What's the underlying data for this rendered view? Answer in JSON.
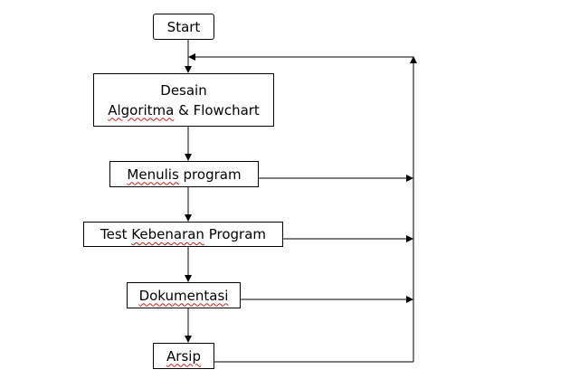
{
  "nodes": {
    "start": {
      "label": "Start"
    },
    "desain": {
      "line1": "Desain",
      "line2_a": "Algoritma",
      "line2_b": " & Flowchart"
    },
    "menulis": {
      "word1": "Menulis",
      "word2": " program"
    },
    "test": {
      "word1": "Test ",
      "word2": "Kebenaran",
      "word3": " Program"
    },
    "dokumentasi": {
      "label": "Dokumentasi"
    },
    "arsip": {
      "label": "Arsip"
    }
  },
  "colors": {
    "line": "#000000",
    "spellcheck": "#d01c1c"
  }
}
